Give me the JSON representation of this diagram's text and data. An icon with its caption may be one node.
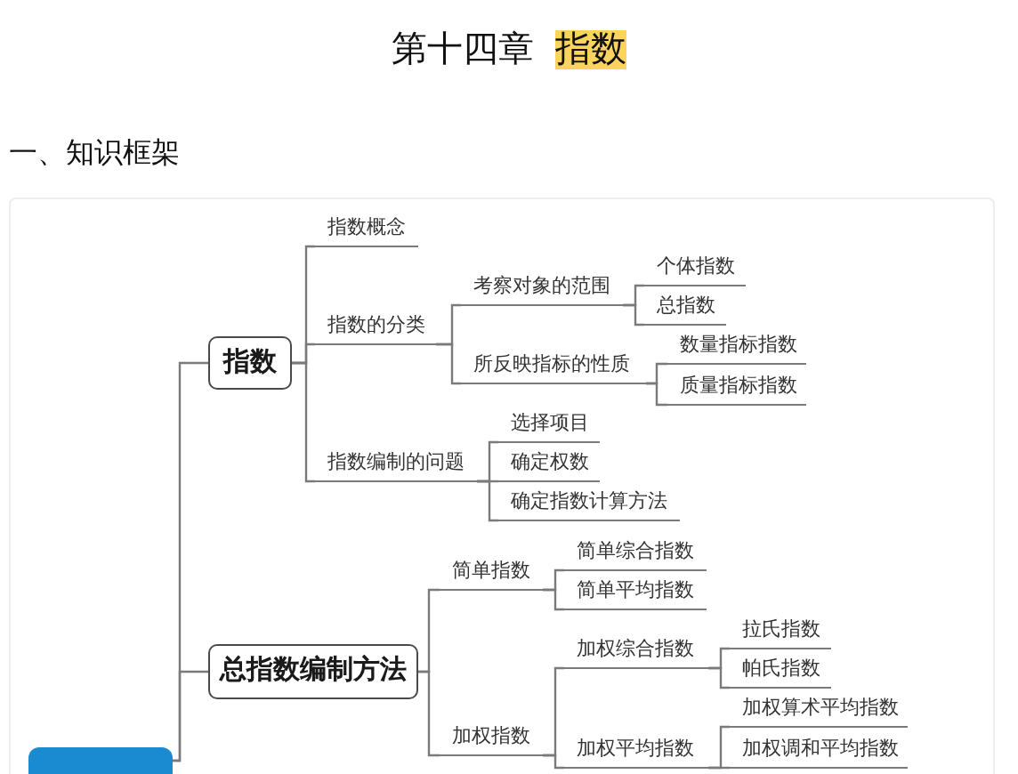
{
  "diagram": {
    "title": "第十四章 指数",
    "nodes": [
      {
        "text": [
          "指数"
        ]
      },
      {
        "text": [
          "指数概念"
        ]
      },
      {
        "text": [
          "指数的分类"
        ]
      },
      {
        "text": [
          "考察对象的范围"
        ]
      },
      {
        "text": [
          "个体指数"
        ]
      },
      {
        "text": [
          "总指数"
        ]
      },
      {
        "text": [
          "所反映指标的性质"
        ]
      },
      {
        "text": [
          "数量指标指数"
        ]
      },
      {
        "text": [
          "质量指标指数"
        ]
      },
      {
        "text": [
          "指数编制的问题"
        ]
      },
      {
        "text": [
          "选择项目"
        ]
      },
      {
        "text": [
          "确定权数"
        ]
      },
      {
        "text": [
          "确定指数计算方法"
        ]
      },
      {
        "text": [
          "总指数编制方法"
        ]
      },
      {
        "text": [
          "简单指数"
        ]
      },
      {
        "text": [
          "简单综合指数"
        ]
      },
      {
        "text": [
          "简单平均指数"
        ]
      },
      {
        "text": [
          "加权指数"
        ]
      },
      {
        "text": [
          "加权综合指数"
        ]
      },
      {
        "text": [
          "拉氏指数"
        ]
      },
      {
        "text": [
          "帕氏指数"
        ]
      },
      {
        "text": [
          "加权平均指数"
        ]
      },
      {
        "text": [
          "加权算术平均指数"
        ]
      },
      {
        "text": [
          "加权调和平均指数"
        ]
      },
      {
        "text": [],
        "shape": "box"
      }
    ],
    "edges": [
      {
        "from": 24,
        "to": 0,
        "arrow": "none"
      },
      {
        "from": 24,
        "to": 13,
        "arrow": "none"
      },
      {
        "from": 0,
        "to": 1,
        "arrow": "none"
      },
      {
        "from": 0,
        "to": 2,
        "arrow": "none"
      },
      {
        "from": 0,
        "to": 9,
        "arrow": "none"
      },
      {
        "from": 2,
        "to": 3,
        "arrow": "none"
      },
      {
        "from": 2,
        "to": 6,
        "arrow": "none"
      },
      {
        "from": 3,
        "to": 4,
        "arrow": "none"
      },
      {
        "from": 3,
        "to": 5,
        "arrow": "none"
      },
      {
        "from": 6,
        "to": 7,
        "arrow": "none"
      },
      {
        "from": 6,
        "to": 8,
        "arrow": "none"
      },
      {
        "from": 9,
        "to": 10,
        "arrow": "none"
      },
      {
        "from": 9,
        "to": 11,
        "arrow": "none"
      },
      {
        "from": 9,
        "to": 12,
        "arrow": "none"
      },
      {
        "from": 13,
        "to": 14,
        "arrow": "none"
      },
      {
        "from": 13,
        "to": 17,
        "arrow": "none"
      },
      {
        "from": 14,
        "to": 15,
        "arrow": "none"
      },
      {
        "from": 14,
        "to": 16,
        "arrow": "none"
      },
      {
        "from": 17,
        "to": 18,
        "arrow": "none"
      },
      {
        "from": 17,
        "to": 21,
        "arrow": "none"
      },
      {
        "from": 18,
        "to": 19,
        "arrow": "none"
      },
      {
        "from": 18,
        "to": 20,
        "arrow": "none"
      },
      {
        "from": 21,
        "to": 22,
        "arrow": "none"
      },
      {
        "from": 21,
        "to": 23,
        "arrow": "none"
      }
    ],
    "labels": [
      "一、知识框架"
    ]
  }
}
